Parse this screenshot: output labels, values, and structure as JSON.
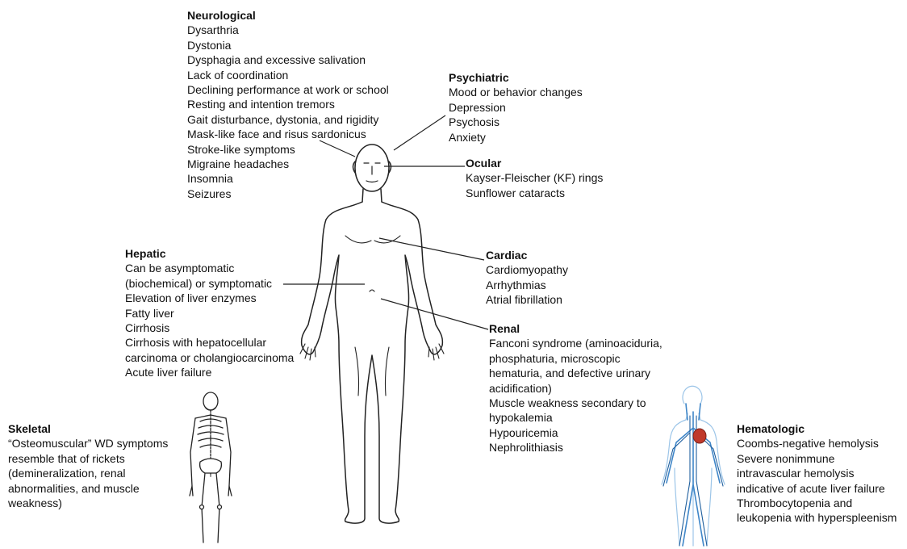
{
  "neurological": {
    "title": "Neurological",
    "items": [
      "Dysarthria",
      "Dystonia",
      "Dysphagia and excessive salivation",
      "Lack of coordination",
      "Declining performance at work or school",
      "Resting and intention tremors",
      "Gait disturbance, dystonia, and rigidity",
      "Mask-like face and risus sardonicus",
      "Stroke-like symptoms",
      "Migraine headaches",
      "Insomnia",
      "Seizures"
    ]
  },
  "psychiatric": {
    "title": "Psychiatric",
    "items": [
      "Mood or behavior changes",
      "Depression",
      "Psychosis",
      "Anxiety"
    ]
  },
  "ocular": {
    "title": "Ocular",
    "items": [
      "Kayser-Fleischer (KF) rings",
      "Sunflower cataracts"
    ]
  },
  "hepatic": {
    "title": "Hepatic",
    "items": [
      "Can be asymptomatic",
      "(biochemical) or symptomatic",
      "Elevation of liver enzymes",
      "Fatty liver",
      "Cirrhosis",
      "Cirrhosis with hepatocellular",
      "carcinoma or cholangiocarcinoma",
      "Acute liver failure"
    ]
  },
  "cardiac": {
    "title": "Cardiac",
    "items": [
      "Cardiomyopathy",
      "Arrhythmias",
      "Atrial fibrillation"
    ]
  },
  "renal": {
    "title": "Renal",
    "items": [
      "Fanconi syndrome (aminoaciduria,",
      "phosphaturia, microscopic",
      "hematuria, and defective urinary",
      "acidification)",
      "Muscle weakness secondary to",
      "hypokalemia",
      "Hypouricemia",
      "Nephrolithiasis"
    ]
  },
  "skeletal": {
    "title": "Skeletal",
    "items": [
      "“Osteomuscular” WD symptoms",
      "resemble that of rickets",
      "(demineralization, renal",
      "abnormalities, and muscle",
      "weakness)"
    ]
  },
  "hematologic": {
    "title": "Hematologic",
    "items": [
      "Coombs-negative hemolysis",
      "Severe nonimmune",
      "intravascular hemolysis",
      "indicative of acute liver failure",
      "Thrombocytopenia and",
      "leukopenia with hyperspleenism"
    ]
  },
  "colors": {
    "text": "#111111",
    "outline": "#222222",
    "vessel": "#3f86c8",
    "heart": "#c0392b",
    "bone": "#ffffff"
  }
}
